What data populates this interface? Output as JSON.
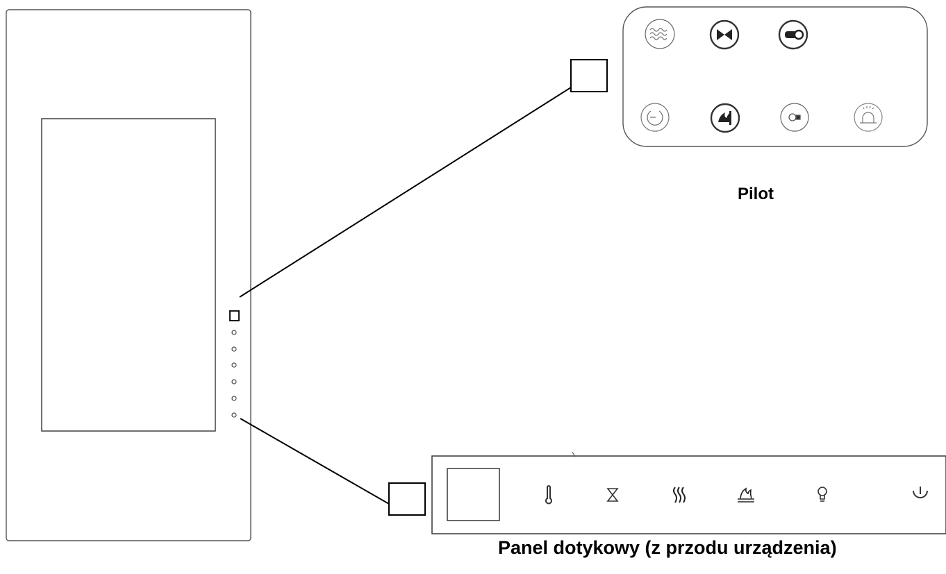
{
  "labels": {
    "remote": "Pilot",
    "touch_panel": "Panel dotykowy (z przodu urządzenia)"
  },
  "remote_buttons": [
    {
      "icon": "flame-effect-icon",
      "style": "light"
    },
    {
      "icon": "bowtie-icon",
      "style": "dark"
    },
    {
      "icon": "key-icon",
      "style": "dark"
    },
    {
      "icon": "power-icon",
      "style": "light"
    },
    {
      "icon": "flame-speed-icon",
      "style": "dark"
    },
    {
      "icon": "bulb-icon",
      "style": "light"
    },
    {
      "icon": "alarm-light-icon",
      "style": "light"
    }
  ],
  "panel_icons": [
    "thermometer-icon",
    "hourglass-icon",
    "heat-waves-icon",
    "fireplace-flame-icon",
    "bulb-icon",
    "power-icon"
  ],
  "colors": {
    "line": "#000000",
    "outline": "#555555",
    "icon": "#333333",
    "light_icon": "#777777"
  }
}
